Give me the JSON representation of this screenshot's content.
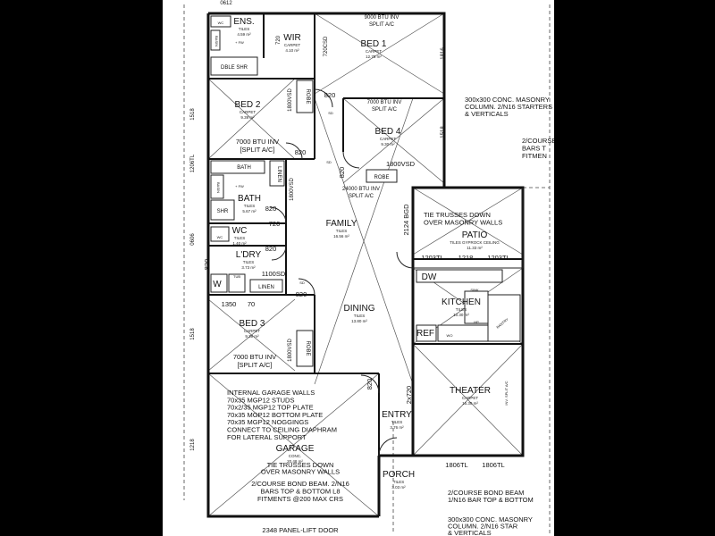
{
  "rooms": {
    "ens": {
      "name": "ENS.",
      "finish": "TILES",
      "area": "4.59 m²"
    },
    "wir": {
      "name": "WIR",
      "finish": "CARPET",
      "area": "4.10 m²"
    },
    "bed1": {
      "name": "BED 1",
      "finish": "CARPET",
      "area": "12.75 m²"
    },
    "bed2": {
      "name": "BED 2",
      "finish": "CARPET",
      "area": "9.39 m²"
    },
    "bed4": {
      "name": "BED 4",
      "finish": "CARPET",
      "area": "9.30 m²"
    },
    "bath": {
      "name": "BATH",
      "finish": "TILES",
      "area": "5.67 m²"
    },
    "family": {
      "name": "FAMILY",
      "finish": "TILES",
      "area": "16.56 m²"
    },
    "wc": {
      "name": "WC",
      "finish": "TILES",
      "area": "1.40 m²"
    },
    "patio": {
      "name": "PATIO",
      "finish": "TILES GYPROCK CEILING",
      "area": "11.33 m²"
    },
    "ldry": {
      "name": "L'DRY",
      "finish": "TILES",
      "area": "3.73 m²"
    },
    "kitchen": {
      "name": "KITCHEN",
      "finish": "TILES",
      "area": "10.30 m²"
    },
    "dining": {
      "name": "DINING",
      "finish": "TILES",
      "area": "13.80 m²"
    },
    "bed3": {
      "name": "BED 3",
      "finish": "CARPET",
      "area": "9.39 m²"
    },
    "theater": {
      "name": "THEATER",
      "finish": "CARPET",
      "area": "15.30 m²"
    },
    "entry": {
      "name": "ENTRY",
      "finish": "TILES",
      "area": "3.76 m²"
    },
    "garage": {
      "name": "GARAGE",
      "finish": "CONC.",
      "area": "20.48 m²"
    },
    "porch": {
      "name": "PORCH",
      "finish": "TILES",
      "area": "3.03 m²"
    }
  },
  "fixtures": {
    "wc": "WC",
    "basin": "BASIN",
    "fw": "+ FW",
    "dble_shr": "DBLE SHR",
    "bath": "BATH",
    "shr": "SHR",
    "robe": "ROBE",
    "linen": "LINEN",
    "tub": "TUB",
    "w": "W",
    "dw": "DW",
    "sink": "SINK",
    "hp": "HP",
    "ref": "REF",
    "wo": "WO",
    "pantry": "PANTRY"
  },
  "ac": {
    "bed1": "9000 BTU INV",
    "bed4": "7000 BTU INV",
    "bed2": "7000 BTU INV",
    "family": "24000 BTU INV",
    "bed3": "7000 BTU INV",
    "split": "SPLIT A/C",
    "split_paren": "[SPLIT A/C]",
    "theater": "INV. SPLIT A/C"
  },
  "doors": {
    "d720": "720",
    "d720csd": "720CSD",
    "d820": "820",
    "d1800vsd": "1800VSD",
    "d1100sd": "1100SD",
    "d1350": "1350",
    "d70": "70",
    "d2x720": "2x720",
    "sd": "SD",
    "panel_lift": "2348 PANEL-LIFT DOOR"
  },
  "dims": {
    "d0612": "0612",
    "d1518": "1518",
    "d1816": "1816",
    "d1206tl": "1206TL",
    "d0606": "0606",
    "d1218": "1218",
    "d1203tl": "1203TL",
    "d1806tl": "1806TL",
    "d2124bgd": "2124 BGD"
  },
  "notes": {
    "garage_walls": [
      "INTERNAL GARAGE WALLS",
      "70x35 MGP12 STUDS",
      "70x2/35 MGP12 TOP PLATE",
      "70x35 MGP12 BOTTOM PLATE",
      "70x35 MGP12 NOGGINGS",
      "CONNECT TO CEILING DIAPHRAM",
      "FOR LATERAL SUPPORT"
    ],
    "tie_trusses_garage": [
      "TIE TRUSSES DOWN",
      "OVER MASONRY WALLS"
    ],
    "bond_beam_garage": [
      "2/COURSE BOND BEAM. 2/N16",
      "BARS TOP & BOTTOM L8",
      "FITMENTS @200 MAX CRS"
    ],
    "tie_trusses_patio": [
      "TIE TRUSSES DOWN",
      "OVER MASONRY WALLS"
    ],
    "column_top": [
      "300x300 CONC. MASONRY",
      "COLUMN. 2/N16 STARTERS",
      "& VERTICALS"
    ],
    "course_bars": [
      "2/COURSE",
      "BARS T",
      "FITMEN"
    ],
    "bond_beam_porch": [
      "2/COURSE BOND BEAM",
      "1/N16 BAR TOP & BOTTOM"
    ],
    "column_bottom": [
      "300x300 CONC. MASONRY",
      "COLUMN. 2/N16 STAR",
      "& VERTICALS"
    ]
  }
}
